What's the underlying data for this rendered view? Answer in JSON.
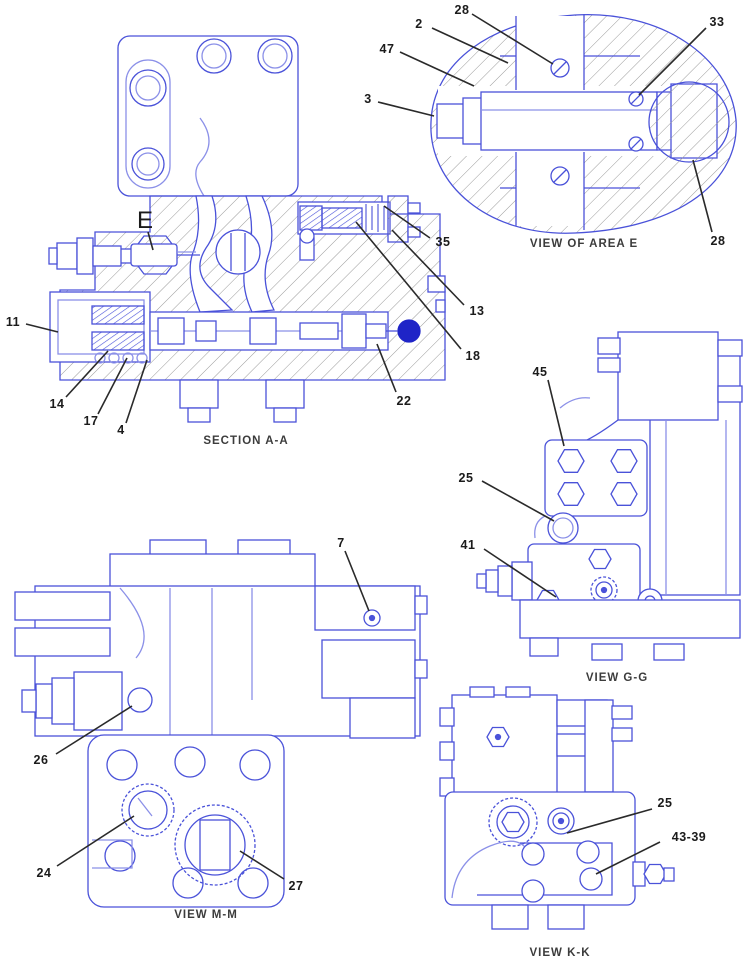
{
  "diagram": {
    "background": "#ffffff",
    "line_color": "#4a52d9",
    "line_color_light": "#8b90e8",
    "hatch_color": "#999999",
    "solid_fill_color": "#1f24c7",
    "callout_color": "#1b1b1b"
  },
  "views": {
    "section_aa": {
      "caption": "SECTION A-A",
      "area_label": "E",
      "callouts": {
        "c11": "11",
        "c14": "14",
        "c17": "17",
        "c4": "4",
        "c35": "35",
        "c13": "13",
        "c18": "18",
        "c22": "22"
      }
    },
    "area_e": {
      "caption": "VIEW OF AREA E",
      "callouts": {
        "c28_top": "28",
        "c2": "2",
        "c47": "47",
        "c3": "3",
        "c33": "33",
        "c28_bottom": "28"
      }
    },
    "view_gg": {
      "caption": "VIEW G-G",
      "callouts": {
        "c45": "45",
        "c25": "25",
        "c41": "41"
      }
    },
    "view_mm": {
      "caption": "VIEW M-M",
      "callouts": {
        "c7": "7",
        "c26": "26",
        "c24": "24",
        "c27": "27"
      }
    },
    "view_kk": {
      "caption": "VIEW K-K",
      "callouts": {
        "c25": "25",
        "c43_39": "43-39"
      }
    }
  }
}
